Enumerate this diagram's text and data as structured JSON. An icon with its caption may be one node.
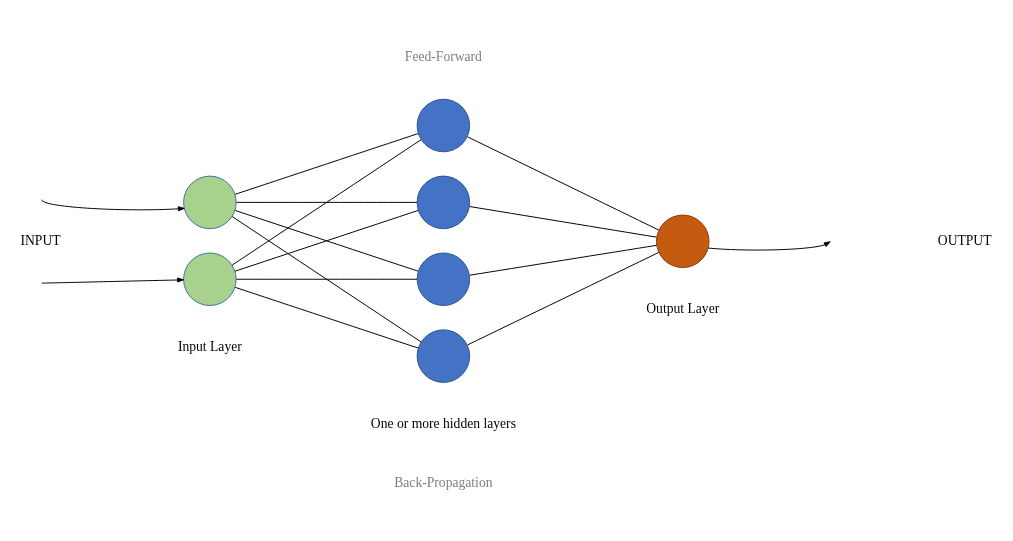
{
  "diagram": {
    "nodes": [
      {
        "text": [],
        "shape": "circle"
      },
      {
        "text": [],
        "shape": "circle"
      },
      {
        "text": [],
        "shape": "circle"
      },
      {
        "text": [],
        "shape": "circle"
      },
      {
        "text": [],
        "shape": "circle"
      },
      {
        "text": [],
        "shape": "circle"
      },
      {
        "text": [],
        "shape": "circle"
      }
    ],
    "edges": [
      {
        "from": null,
        "to": 0,
        "arrow": "to"
      },
      {
        "from": null,
        "to": 1,
        "arrow": "to"
      },
      {
        "from": 0,
        "to": 2,
        "arrow": "none"
      },
      {
        "from": 0,
        "to": 3,
        "arrow": "none"
      },
      {
        "from": 0,
        "to": 4,
        "arrow": "none"
      },
      {
        "from": 0,
        "to": 5,
        "arrow": "none"
      },
      {
        "from": 1,
        "to": 2,
        "arrow": "none"
      },
      {
        "from": 1,
        "to": 3,
        "arrow": "none"
      },
      {
        "from": 1,
        "to": 4,
        "arrow": "none"
      },
      {
        "from": 1,
        "to": 5,
        "arrow": "none"
      },
      {
        "from": 2,
        "to": 6,
        "arrow": "none"
      },
      {
        "from": 3,
        "to": 6,
        "arrow": "none"
      },
      {
        "from": 4,
        "to": 6,
        "arrow": "none"
      },
      {
        "from": 5,
        "to": 6,
        "arrow": "none"
      },
      {
        "from": 6,
        "to": null,
        "arrow": "to"
      }
    ],
    "labels": [
      "Feed-Forward",
      "INPUT",
      "OUTPUT",
      "Input Layer",
      "Output Layer",
      "One or more hidden layers",
      "Back-Propagation"
    ]
  }
}
